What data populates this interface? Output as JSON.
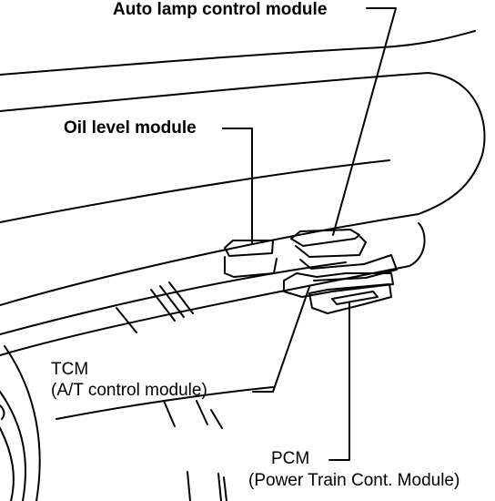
{
  "labels": {
    "auto_lamp": "Auto lamp control module",
    "oil_level": "Oil level module",
    "tcm_line1": "TCM",
    "tcm_line2": "(A/T control module)",
    "pcm_line1": "PCM",
    "pcm_line2": "(Power Train Cont. Module)"
  },
  "colors": {
    "line": "#000000",
    "background": "#ffffff"
  }
}
